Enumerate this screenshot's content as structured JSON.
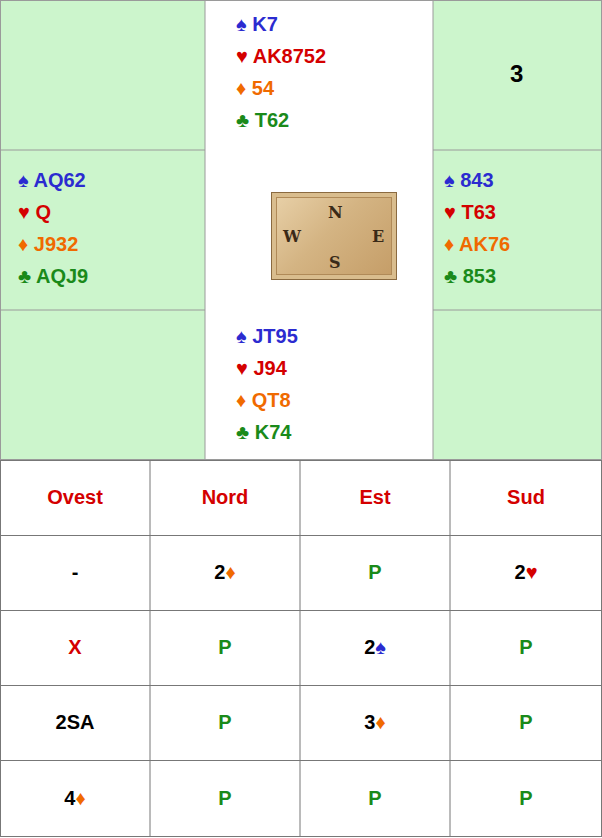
{
  "diagram": {
    "nodes": [
      {
        "text": [
          "N",
          "W",
          "E",
          "S"
        ]
      }
    ],
    "labels": [
      "♠ K7",
      "♥ AK8752",
      "♦ 54",
      "♣ T62",
      "3",
      "♠ AQ62",
      "♥ Q",
      "♦ J932",
      "♣ AQJ9",
      "♠ 843",
      "♥ T63",
      "♦ AK76",
      "♣ 853",
      "♠ JT95",
      "♥ J94",
      "♦ QT8",
      "♣ K74",
      "Ovest",
      "Nord",
      "Est",
      "Sud",
      "-",
      "2♦",
      "P",
      "2♥",
      "X",
      "P",
      "2♠",
      "P",
      "2SA",
      "P",
      "3♦",
      "P",
      "4♦",
      "P",
      "P",
      "P"
    ]
  }
}
